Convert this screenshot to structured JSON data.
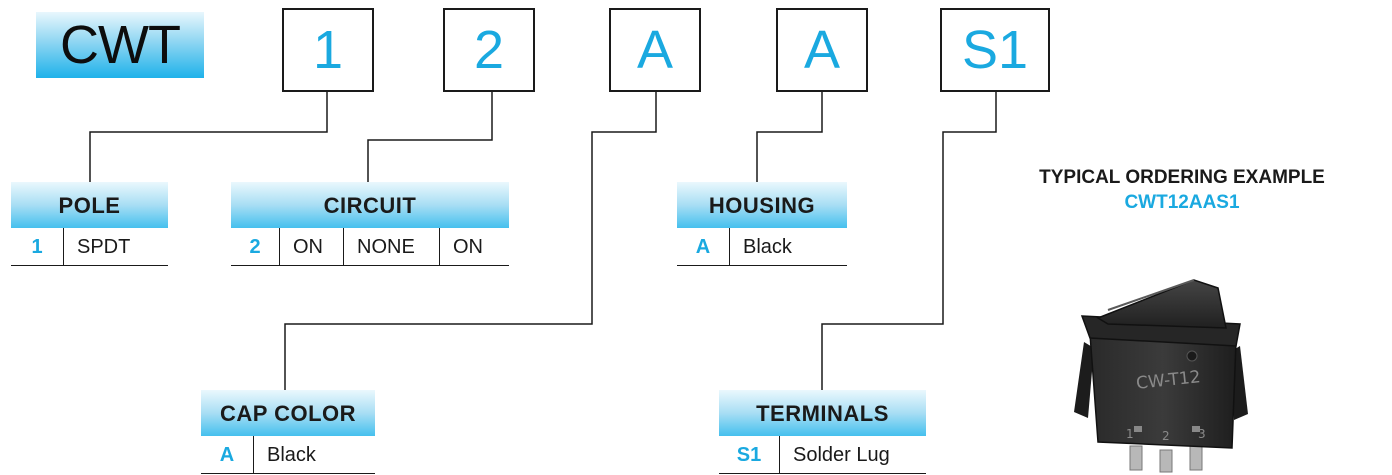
{
  "part_prefix": "CWT",
  "code_boxes": [
    "1",
    "2",
    "A",
    "A",
    "S1"
  ],
  "pole": {
    "title": "POLE",
    "options": [
      {
        "code": "1",
        "cells": [
          "SPDT"
        ]
      }
    ]
  },
  "circuit": {
    "title": "CIRCUIT",
    "options": [
      {
        "code": "2",
        "cells": [
          "ON",
          "NONE",
          "ON"
        ]
      }
    ]
  },
  "cap_color": {
    "title": "CAP COLOR",
    "options": [
      {
        "code": "A",
        "cells": [
          "Black"
        ]
      }
    ]
  },
  "housing": {
    "title": "HOUSING",
    "options": [
      {
        "code": "A",
        "cells": [
          "Black"
        ]
      }
    ]
  },
  "terminals": {
    "title": "TERMINALS",
    "options": [
      {
        "code": "S1",
        "cells": [
          "Solder Lug"
        ]
      }
    ]
  },
  "ordering_example": {
    "title": "TYPICAL ORDERING EXAMPLE",
    "part_number": "CWT12AAS1"
  },
  "product_image": {
    "icon": "rocker-switch-photo",
    "marking": [
      "CW-T12",
      "1",
      "2",
      "3"
    ]
  },
  "colors": {
    "accent": "#1aa9e0",
    "header_gradient_top": "#eaf8fd",
    "header_gradient_bottom": "#45c0ee",
    "line": "#1a1a1a"
  }
}
